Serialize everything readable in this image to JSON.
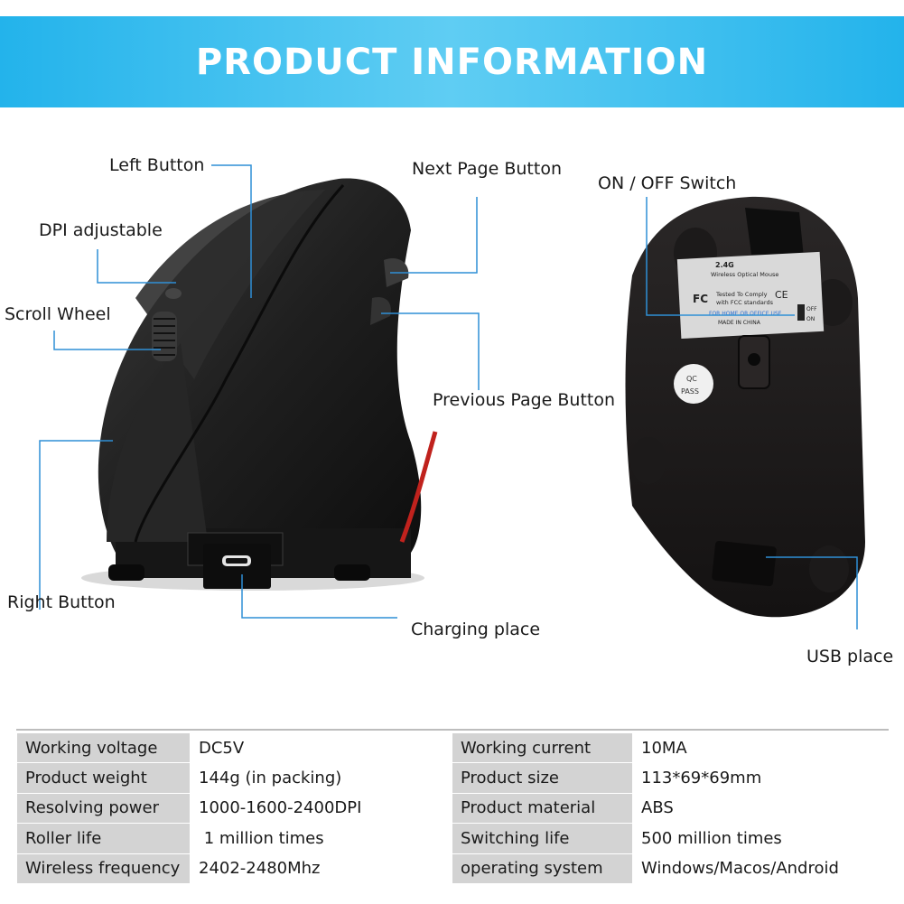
{
  "header": {
    "title": "PRODUCT INFORMATION"
  },
  "colors": {
    "banner": "#23b3eb",
    "callout_line": "#2f8fd6",
    "spec_key_bg": "#d3d3d3"
  },
  "labels": {
    "left_button": "Left Button",
    "dpi": "DPI adjustable",
    "scroll_wheel": "Scroll Wheel",
    "right_button": "Right Button",
    "next_page": "Next Page Button",
    "previous_page": "Previous Page Button",
    "charging": "Charging place",
    "on_off": "ON / OFF Switch",
    "usb": "USB place"
  },
  "sticker": {
    "band": "2.4G",
    "name": "Wireless Optical Mouse",
    "tested": "Tested To Comply",
    "fcc": "with FCC standards",
    "home": "FOR HOME OR OFFICE USE",
    "origin": "MADE IN CHINA",
    "off": "OFF",
    "on": "ON",
    "fc": "FC",
    "ce": "CE",
    "qc": "QC",
    "pass": "PASS"
  },
  "specs": [
    {
      "k1": "Working voltage",
      "v1": "DC5V",
      "k2": "Working current",
      "v2": "10MA"
    },
    {
      "k1": "Product weight",
      "v1": "144g (in packing)",
      "k2": "Product size",
      "v2": "113*69*69mm"
    },
    {
      "k1": "Resolving power",
      "v1": "1000-1600-2400DPI",
      "k2": "Product material",
      "v2": "ABS"
    },
    {
      "k1": "Roller life",
      "v1": " 1 million times",
      "k2": "Switching life",
      "v2": "500 million times"
    },
    {
      "k1": "Wireless frequency",
      "v1": "2402-2480Mhz",
      "k2": "operating system",
      "v2": "Windows/Macos/Android"
    }
  ]
}
